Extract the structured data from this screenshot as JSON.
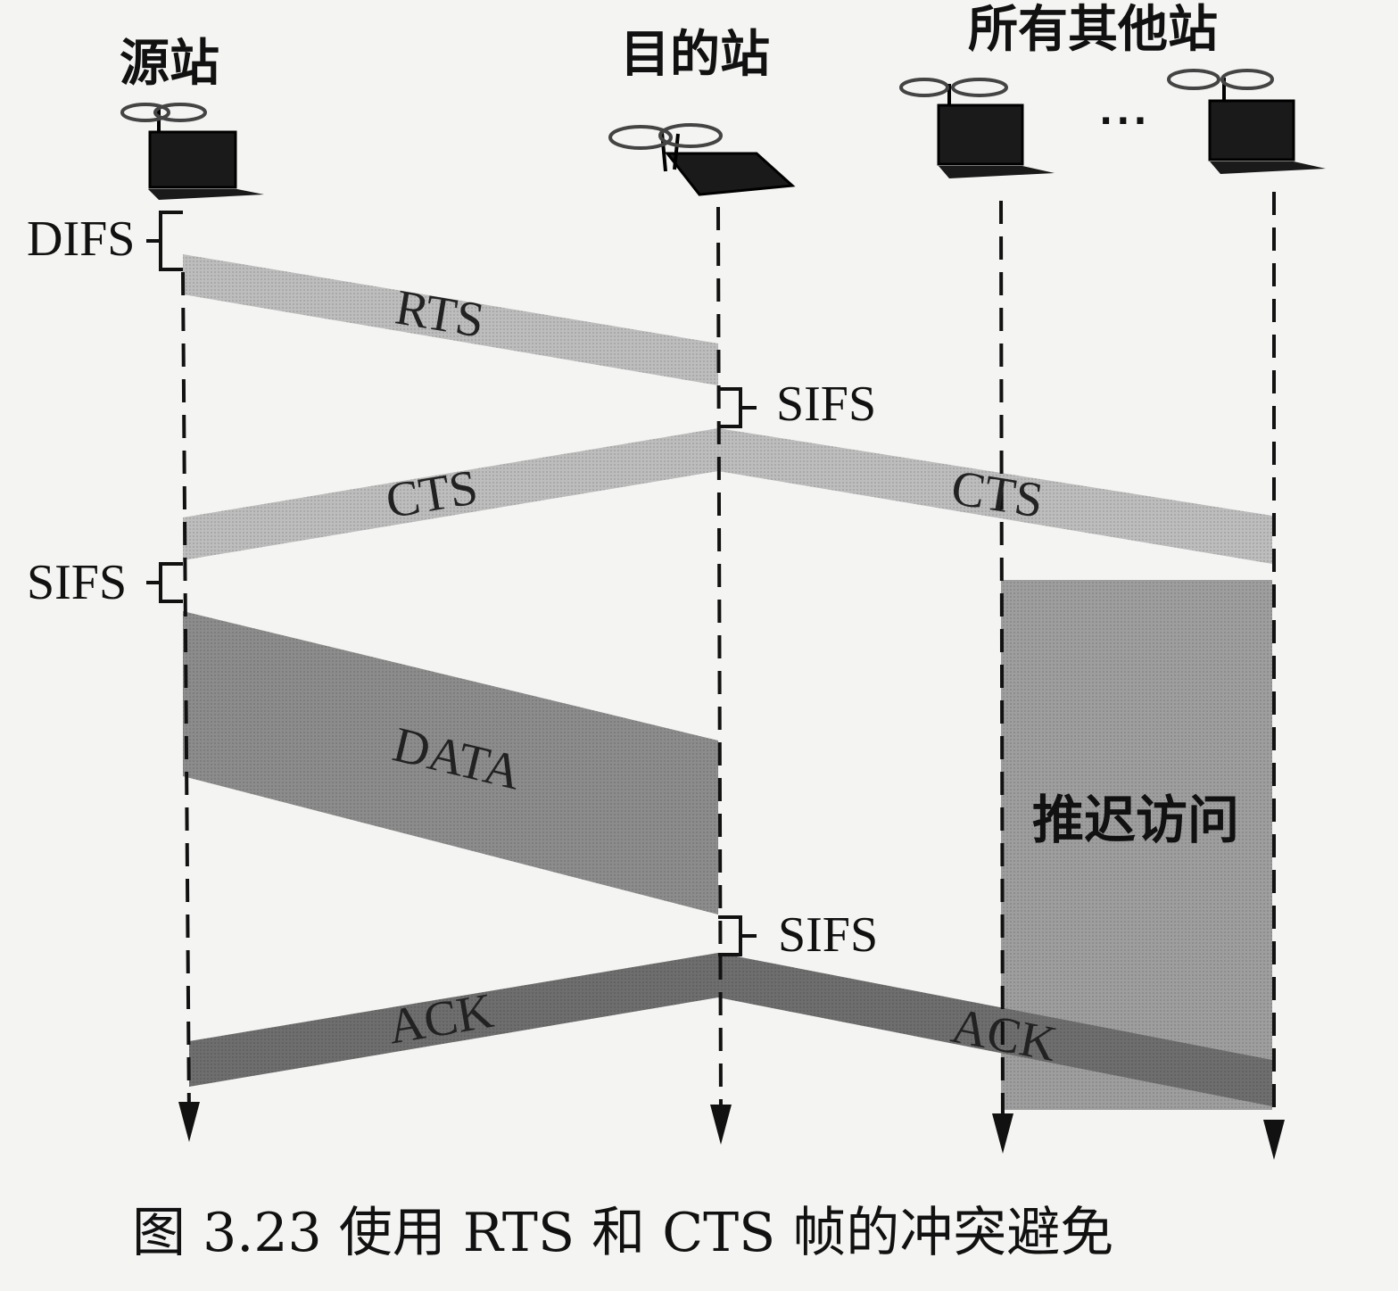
{
  "stations": {
    "source": "源站",
    "destination": "目的站",
    "others": "所有其他站",
    "ellipsis": "···"
  },
  "intervals": {
    "difs": "DIFS",
    "sifs_dest_1": "SIFS",
    "sifs_source": "SIFS",
    "sifs_dest_2": "SIFS"
  },
  "frames": {
    "rts": "RTS",
    "cts_to_source": "CTS",
    "cts_to_others": "CTS",
    "data": "DATA",
    "ack_to_source": "ACK",
    "ack_to_others": "ACK"
  },
  "defer": "推迟访问",
  "caption": "图 3.23    使用 RTS 和 CTS 帧的冲突避免",
  "colors": {
    "light_band": "#bdbdbd",
    "dark_band": "#8c8c8c",
    "ack_band": "#6e6e6e",
    "defer_block": "#9e9e9e"
  }
}
